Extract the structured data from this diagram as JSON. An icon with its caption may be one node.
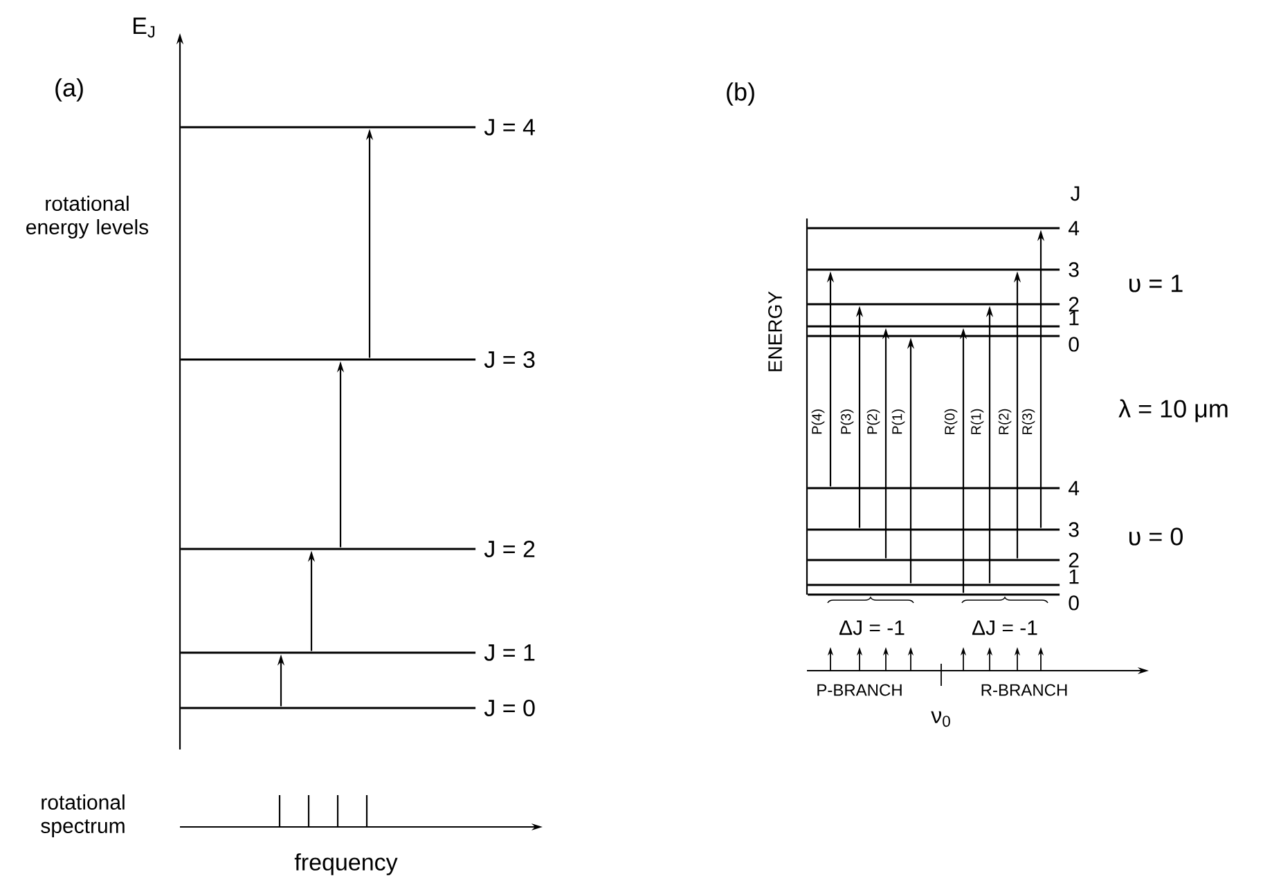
{
  "diagram": {
    "nodes": [
      {
        "text": [
          "J = 4"
        ]
      },
      {
        "text": [
          "J = 3"
        ]
      },
      {
        "text": [
          "J = 2"
        ]
      },
      {
        "text": [
          "J = 1"
        ]
      },
      {
        "text": [
          "J = 0"
        ]
      },
      {
        "text": [
          "4"
        ]
      },
      {
        "text": [
          "3"
        ]
      },
      {
        "text": [
          "2"
        ]
      },
      {
        "text": [
          "1"
        ]
      },
      {
        "text": [
          "0"
        ]
      },
      {
        "text": [
          "4"
        ]
      },
      {
        "text": [
          "3"
        ]
      },
      {
        "text": [
          "2"
        ]
      },
      {
        "text": [
          "1"
        ]
      },
      {
        "text": [
          "0"
        ]
      }
    ],
    "edges": [
      {
        "from": 4,
        "to": 3,
        "arrow": "to"
      },
      {
        "from": 3,
        "to": 2,
        "arrow": "to"
      },
      {
        "from": 2,
        "to": 1,
        "arrow": "to"
      },
      {
        "from": 1,
        "to": 0,
        "arrow": "to"
      },
      {
        "from": 10,
        "to": 6,
        "arrow": "to",
        "label": "P(4)"
      },
      {
        "from": 11,
        "to": 7,
        "arrow": "to",
        "label": "P(3)"
      },
      {
        "from": 12,
        "to": 8,
        "arrow": "to",
        "label": "P(2)"
      },
      {
        "from": 13,
        "to": 9,
        "arrow": "to",
        "label": "P(1)"
      },
      {
        "from": 14,
        "to": 8,
        "arrow": "to",
        "label": "R(0)"
      },
      {
        "from": 13,
        "to": 7,
        "arrow": "to",
        "label": "R(1)"
      },
      {
        "from": 12,
        "to": 6,
        "arrow": "to",
        "label": "R(2)"
      },
      {
        "from": 11,
        "to": 5,
        "arrow": "to",
        "label": "R(3)"
      }
    ],
    "labels": [
      "E$_{J}$",
      "(a)",
      "rotational energy levels",
      "rotational spectrum",
      "frequency",
      "(b)",
      "J",
      "ENERGY",
      "υ = 1",
      "λ = 10 μm",
      "υ = 0",
      "ΔJ = -1",
      "ΔJ = -1",
      "P-BRANCH",
      "R-BRANCH",
      "ν$_{0}$"
    ]
  }
}
